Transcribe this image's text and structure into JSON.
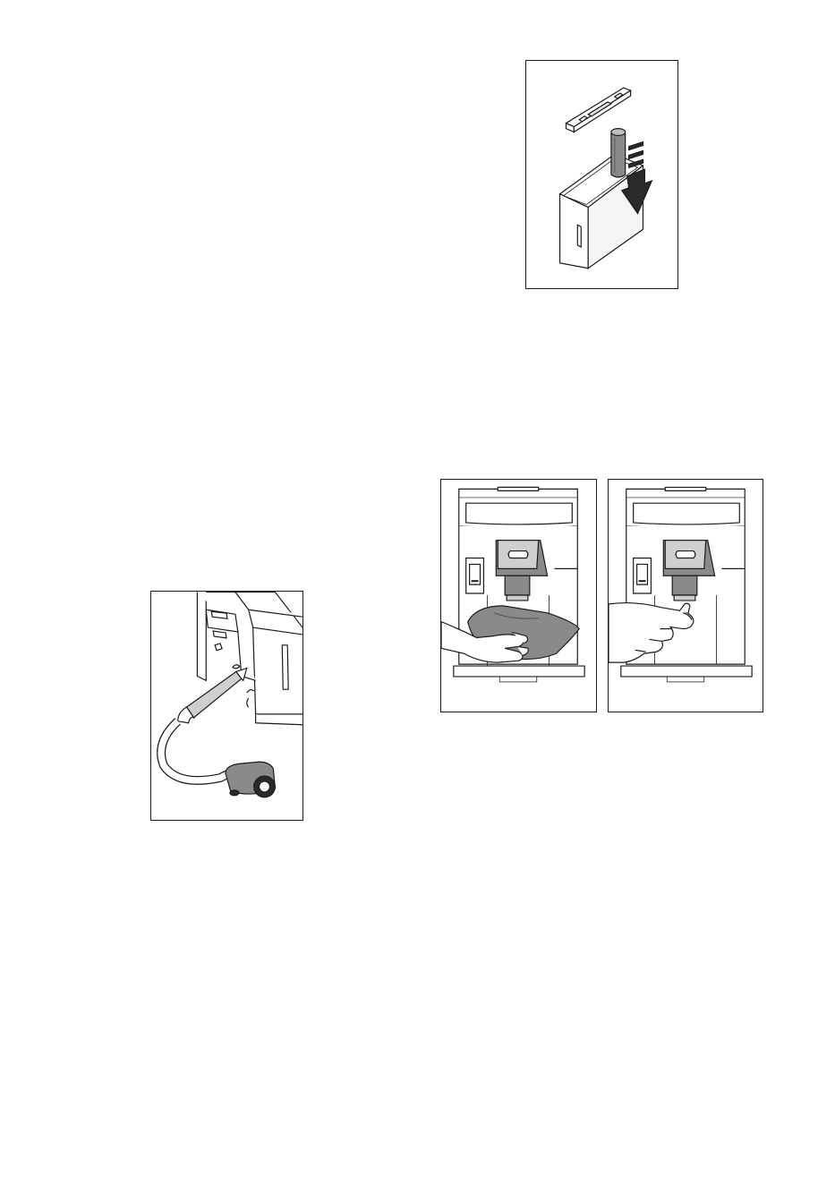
{
  "page": {
    "background": "#ffffff",
    "line_color": "#1a1a1a",
    "shade_light": "#cfcfcf",
    "shade_mid": "#8a8a8a",
    "shade_dark": "#2a2a2a"
  },
  "figures": [
    {
      "id": "fig-filter",
      "icon": "filter-insert-into-tank-illustration"
    },
    {
      "id": "fig-vacuum",
      "icon": "vacuum-cleaning-machine-illustration"
    },
    {
      "id": "fig-wipe",
      "icon": "wipe-drip-tray-with-cloth-illustration"
    },
    {
      "id": "fig-hand",
      "icon": "clean-dispenser-by-hand-illustration"
    }
  ]
}
